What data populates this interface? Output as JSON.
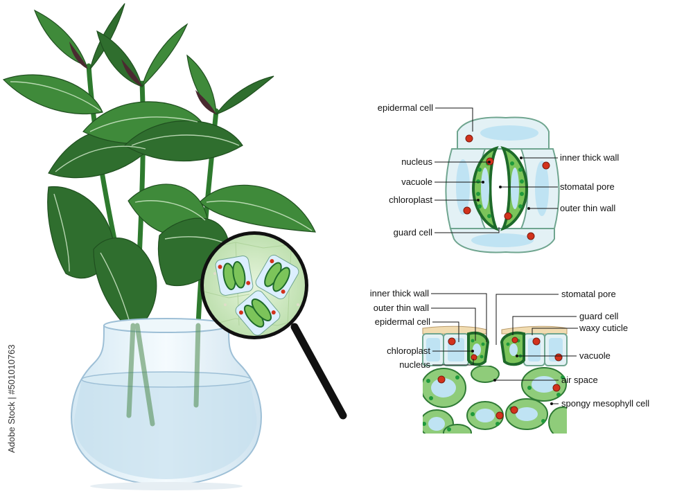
{
  "colors": {
    "leaf_dark": "#2f6e2e",
    "leaf_mid": "#3f8a3a",
    "leaf_vein": "#cfe8c8",
    "leaf_purple": "#4a2a30",
    "stem": "#2e7a2e",
    "vase_glass": "#dfeef7",
    "vase_edge": "#9dbfd6",
    "cell_wall": "#6fa58f",
    "cell_fill": "#e3f1f5",
    "vacuole": "#bfe3f3",
    "guard_cell_dark": "#1e6a2a",
    "guard_cell_light": "#7cc45a",
    "chloroplast": "#1f9a3c",
    "nucleus": "#d2321c",
    "cuticle": "#f1dcb1",
    "mesophyll": "#8fcc7a",
    "magnifier_rim": "#111111"
  },
  "top_diagram": {
    "labels": {
      "epidermal_cell": "epidermal cell",
      "nucleus": "nucleus",
      "vacuole": "vacuole",
      "chloroplast": "chloroplast",
      "guard_cell": "guard  cell",
      "inner_thick_wall": "inner thick wall",
      "stomatal_pore": "stomatal pore",
      "outer_thin_wall": "outer thin wall"
    }
  },
  "bottom_diagram": {
    "labels": {
      "inner_thick_wall": "inner thick wall",
      "outer_thin_wall": "outer thin wall",
      "epidermal_cell": "epidermal cell",
      "chloroplast": "chloroplast",
      "nucleus": "nucleus",
      "stomatal_pore": "stomatal pore",
      "guard_cell": "guard  cell",
      "waxy_cuticle": "waxy  cuticle",
      "vacuole": "vacuole",
      "air_space": "air space",
      "spongy_mesophyll_cell": "spongy mesophyll cell"
    }
  },
  "watermark": {
    "stock_id": "Adobe Stock | #501010763"
  }
}
